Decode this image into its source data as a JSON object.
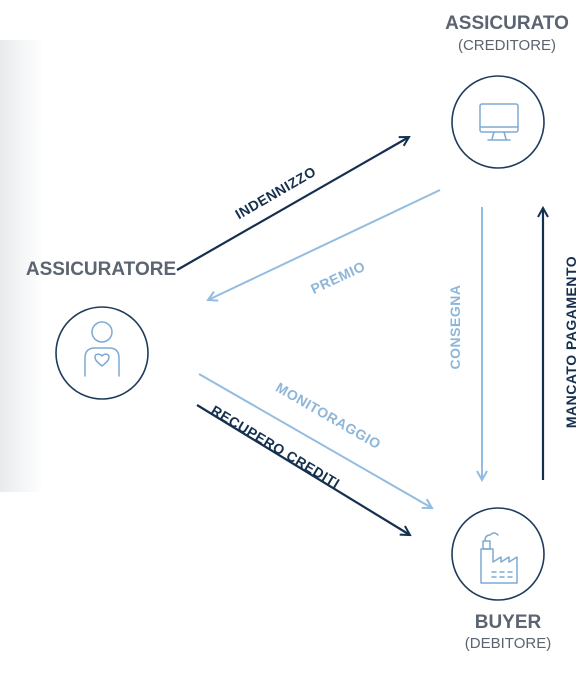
{
  "nodes": {
    "assicurato": {
      "title": "ASSICURATO",
      "subtitle": "(CREDITORE)"
    },
    "assicuratore": {
      "title": "ASSICURATORE"
    },
    "buyer": {
      "title": "BUYER",
      "subtitle": "(DEBITORE)"
    }
  },
  "flows": {
    "indennizzo": "INDENNIZZO",
    "premio": "PREMIO",
    "monitoraggio": "MONITORAGGIO",
    "recupero_crediti": "RECUPERO CREDITI",
    "consegna": "CONSEGNA",
    "mancato_pagamento": "MANCATO PAGAMENTO"
  },
  "colors": {
    "dark_navy": "#15304f",
    "light_blue": "#93bde0",
    "text_grey": "#5b6470"
  },
  "icons": {
    "assicurato": "monitor-icon",
    "assicuratore": "person-heart-icon",
    "buyer": "factory-icon"
  }
}
